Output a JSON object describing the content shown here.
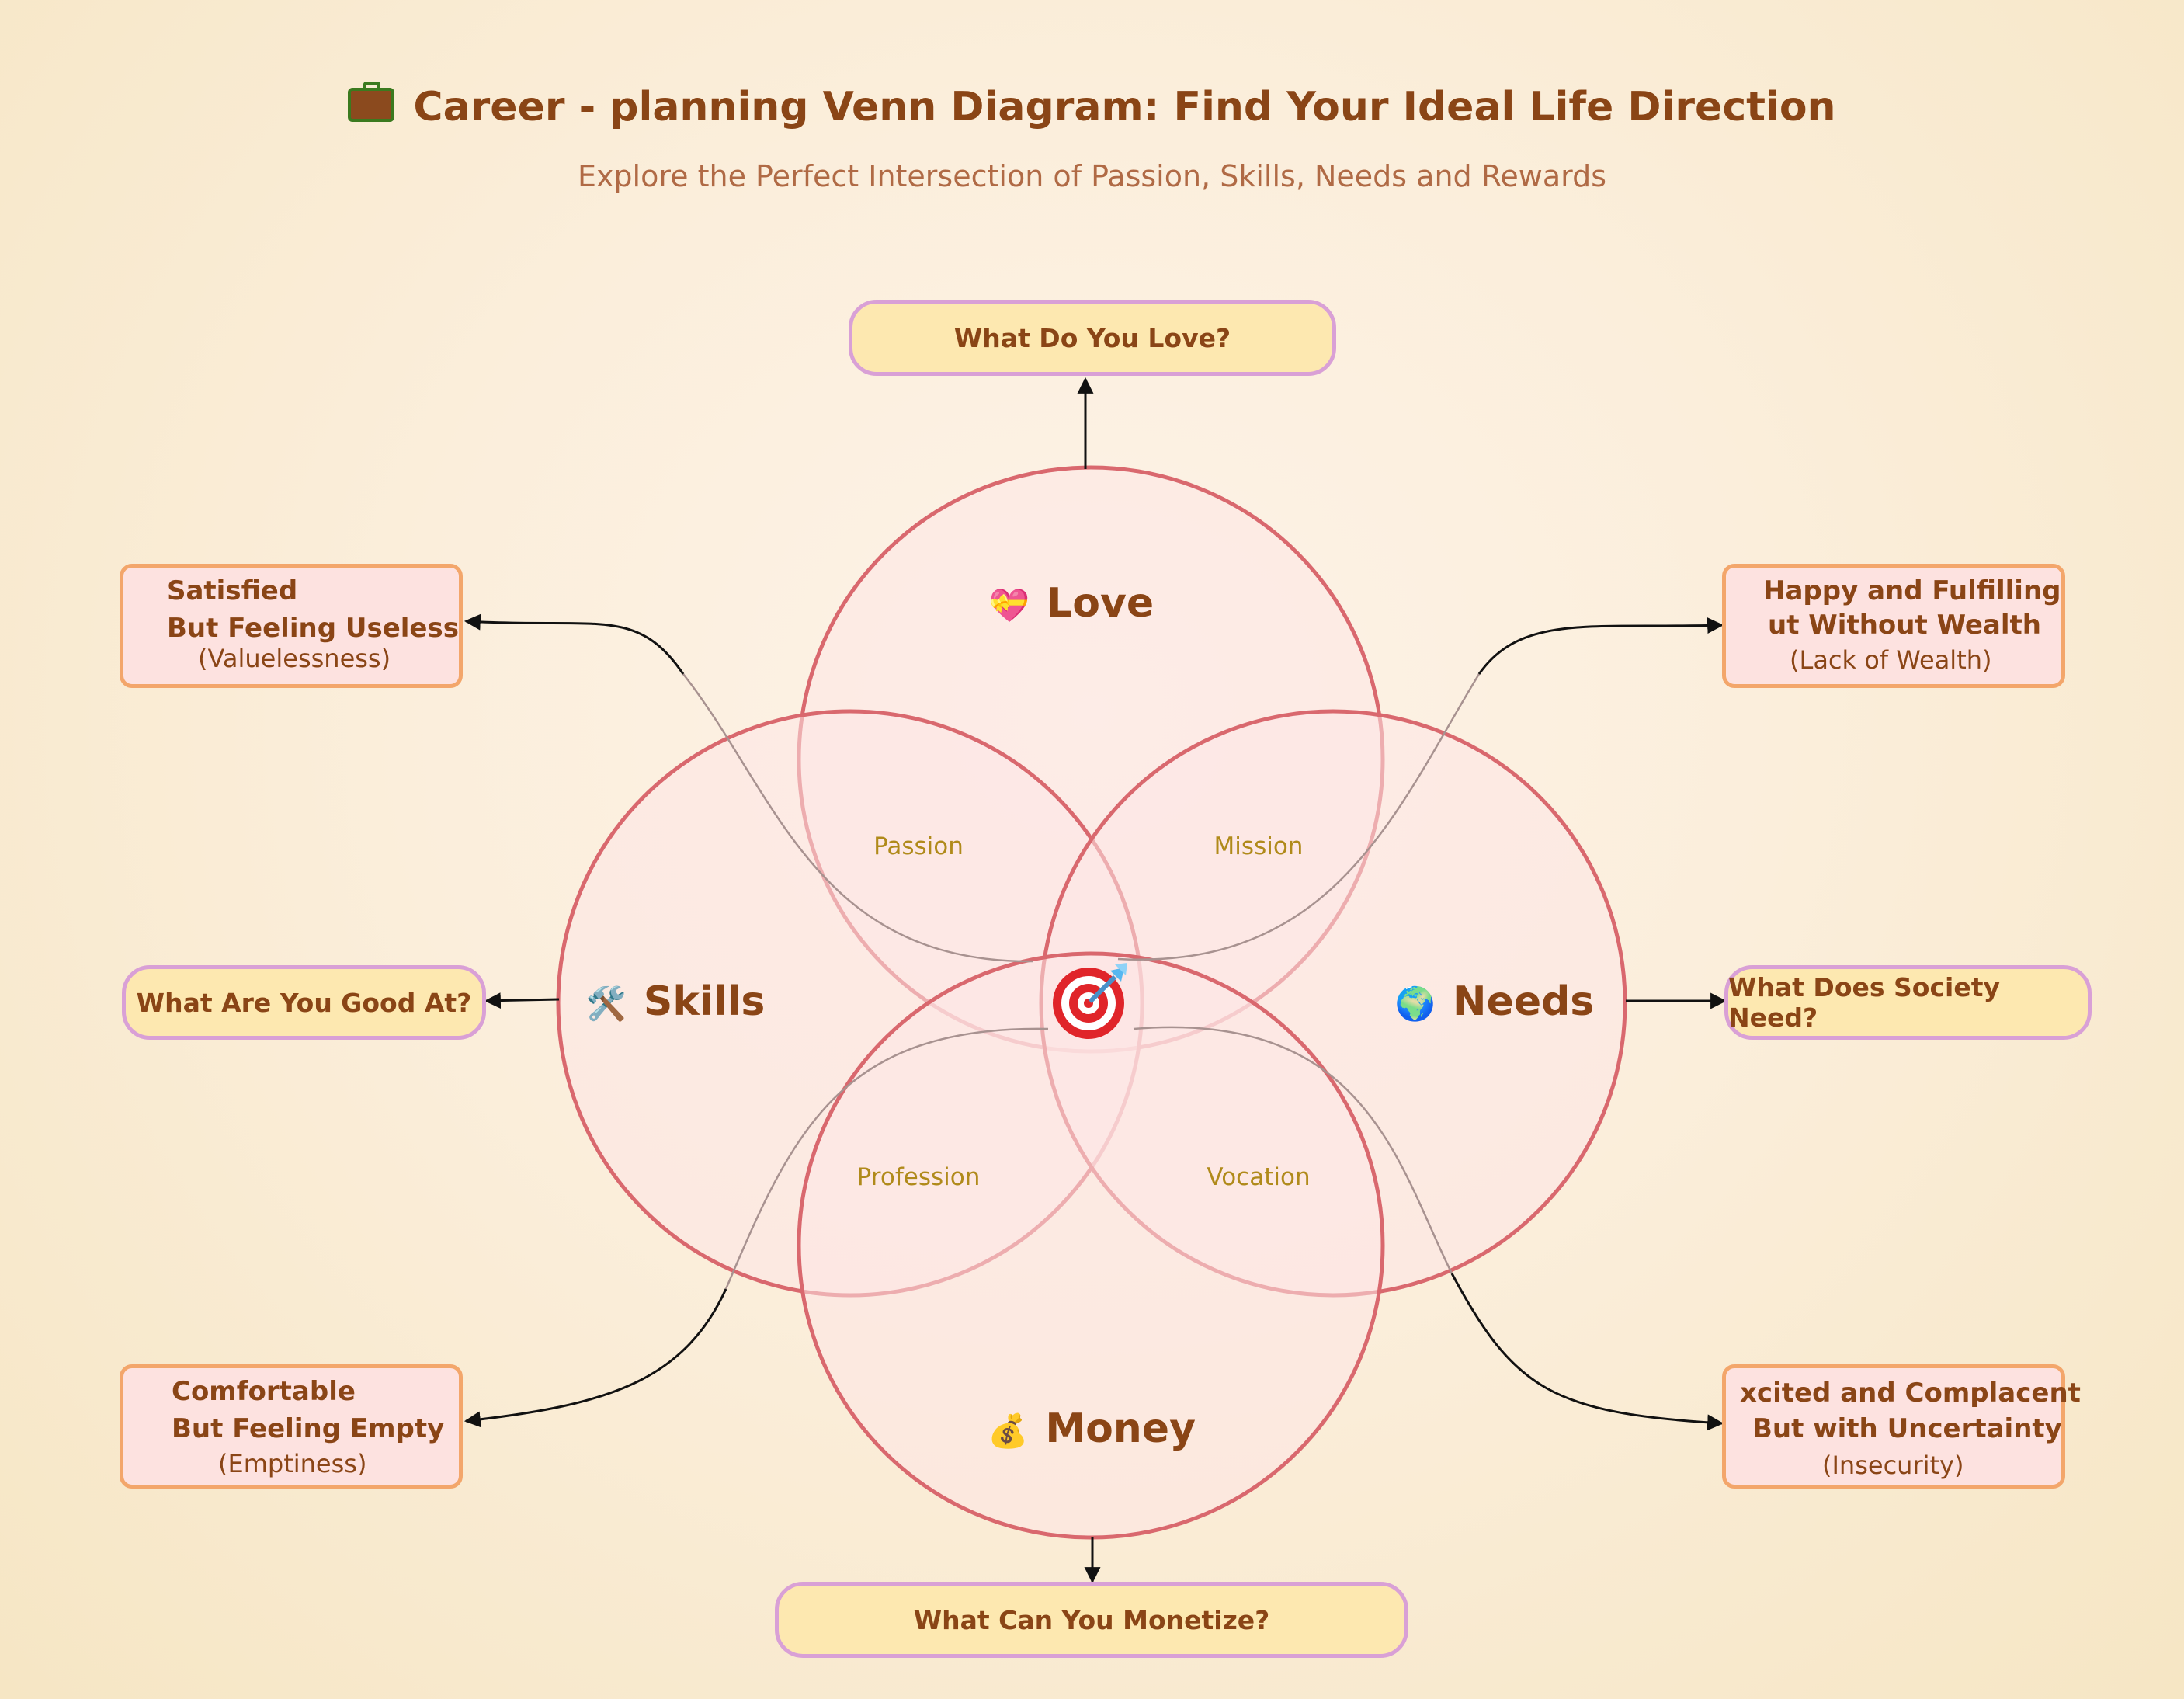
{
  "header": {
    "title": "Career - planning Venn Diagram: Find Your Ideal Life Direction",
    "subtitle": "Explore the Perfect Intersection of Passion, Skills, Needs and Rewards",
    "title_icon": "briefcase-icon"
  },
  "circles": {
    "love": {
      "label": "Love",
      "icon": "heart-icon"
    },
    "skills": {
      "label": "Skills",
      "icon": "tools-icon"
    },
    "needs": {
      "label": "Needs",
      "icon": "globe-icon"
    },
    "money": {
      "label": "Money",
      "icon": "money-bag-icon"
    }
  },
  "overlaps": {
    "passion": "Passion",
    "mission": "Mission",
    "profession": "Profession",
    "vocation": "Vocation"
  },
  "center_icon": "target-icon",
  "questions": {
    "love": "What Do You Love?",
    "skills": "What Are You Good At?",
    "needs": "What Does Society Need?",
    "money": "What Can You Monetize?"
  },
  "outcomes": {
    "top_left": {
      "line1": "Satisfied",
      "line2": "But Feeling Useless",
      "note": "(Valuelessness)"
    },
    "top_right": {
      "line1": "Happy and Fulfilling",
      "line2": "ut Without Wealth",
      "note": "(Lack of Wealth)"
    },
    "bottom_left": {
      "line1": "Comfortable",
      "line2": "But Feeling Empty",
      "note": "(Emptiness)"
    },
    "bottom_right": {
      "line1": "xcited and Complacent",
      "line2": "But with Uncertainty",
      "note": "(Insecurity)"
    }
  },
  "colors": {
    "circle_stroke": "#d9686e",
    "circle_fill": "#fde6e6",
    "title": "#8a4516",
    "question_fill": "#fde8b0",
    "question_border": "#d9a0d6",
    "outcome_fill": "#fde2e0",
    "outcome_border": "#f3a66b"
  }
}
